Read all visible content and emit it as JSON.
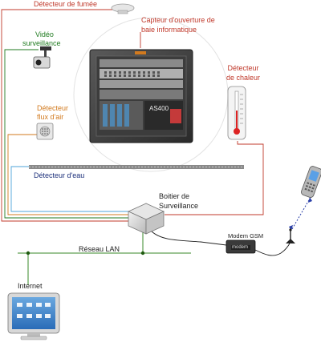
{
  "labels": {
    "smoke": "Détecteur de fumée",
    "cabinet_sensor_line1": "Capteur d'ouverture de",
    "cabinet_sensor_line2": "baie informatique",
    "video_line1": "Vidéo",
    "video_line2": "surveillance",
    "heat_line1": "Détecteur",
    "heat_line2": "de chaleur",
    "air_line1": "Détecteur",
    "air_line2": "flux d'air",
    "water": "Détecteur d'eau",
    "box_line1": "Boitier de",
    "box_line2": "Surveillance",
    "modem": "Modem GSM",
    "modem_face": "modem",
    "lan": "Réseau LAN",
    "internet": "Internet",
    "server_model": "AS400"
  },
  "colors": {
    "smoke": "#c0392b",
    "video": "#1f7a1f",
    "air": "#d27a1e",
    "water": "#1b2f7a",
    "water_line": "#4da3d9",
    "lan": "#3a8a2a"
  },
  "icons": {
    "smoke": "smoke-detector-icon",
    "camera": "camera-icon",
    "heat": "thermometer-icon",
    "air": "airflow-sensor-icon",
    "cabinet": "server-rack-icon",
    "box": "monitoring-box-icon",
    "modem": "gsm-modem-icon",
    "antenna": "antenna-icon",
    "phone": "mobile-phone-icon",
    "monitor": "computer-monitor-icon"
  }
}
